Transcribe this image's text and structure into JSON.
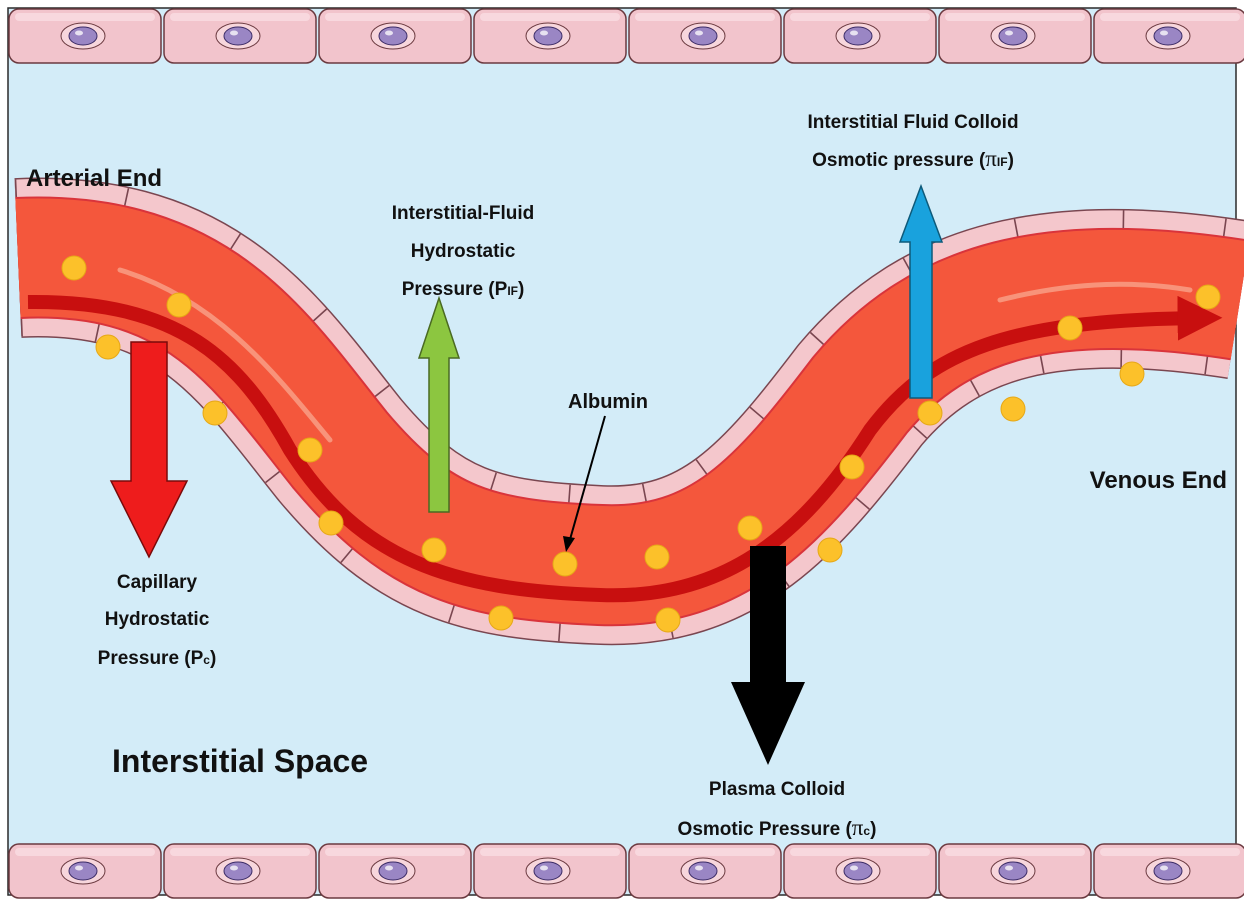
{
  "colors": {
    "background": "#d3ecf8",
    "tissue_cell_fill": "#f2c4cc",
    "tissue_cell_stroke": "#6b3a40",
    "nucleus": "#9a86c4",
    "vessel_wall": "#f4c7cc",
    "blood_outer": "#ec4a33",
    "blood_inner": "#f4573c",
    "flow_arrow": "#c80f0f",
    "albumin": "#fcc12a",
    "arrow_capillary_hydrostatic": "#ee1c1c",
    "arrow_interstitial_hydrostatic": "#8cc640",
    "arrow_interstitial_colloid": "#19a2dd",
    "arrow_plasma_colloid": "#000000"
  },
  "labels": {
    "arterial_end": "Arterial End",
    "venous_end": "Venous End",
    "interstitial_space": "Interstitial Space",
    "albumin": "Albumin",
    "pif_line1": "Interstitial-Fluid",
    "pif_line2": "Hydrostatic",
    "pif_line3_prefix": "Pressure (P",
    "pif_sub": "IF",
    "pif_suffix": ")",
    "piif_line1": "Interstitial Fluid Colloid",
    "piif_line2_prefix": "Osmotic pressure (",
    "piif_symbol": "π",
    "piif_sub": "IF",
    "piif_suffix": ")",
    "pc_line1": "Capillary",
    "pc_line2": "Hydrostatic",
    "pc_line3_prefix": "Pressure (P",
    "pc_sub": "c",
    "pc_suffix": ")",
    "pic_line1": "Plasma Colloid",
    "pic_line2_prefix": "Osmotic Pressure (",
    "pic_symbol": "π",
    "pic_sub": "c",
    "pic_suffix": ")"
  }
}
